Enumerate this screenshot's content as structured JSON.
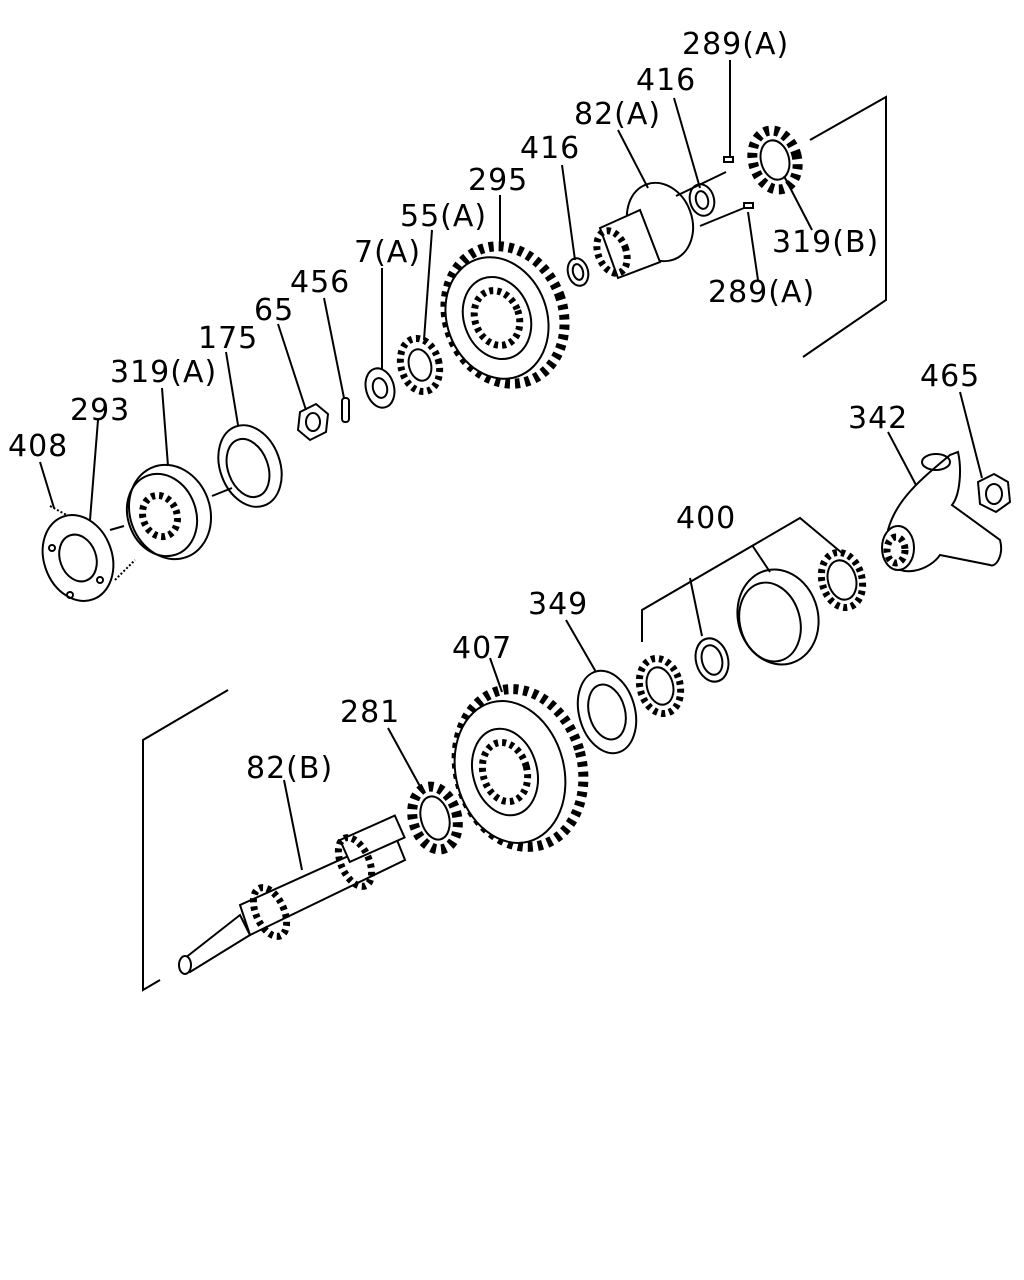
{
  "parts": [
    {
      "id": "p289a_top",
      "label": "289(A)"
    },
    {
      "id": "p416_top",
      "label": "416"
    },
    {
      "id": "p82a",
      "label": "82(A)"
    },
    {
      "id": "p416_mid",
      "label": "416"
    },
    {
      "id": "p295",
      "label": "295"
    },
    {
      "id": "p55a",
      "label": "55(A)"
    },
    {
      "id": "p7a",
      "label": "7(A)"
    },
    {
      "id": "p456",
      "label": "456"
    },
    {
      "id": "p65",
      "label": "65"
    },
    {
      "id": "p175",
      "label": "175"
    },
    {
      "id": "p319a",
      "label": "319(A)"
    },
    {
      "id": "p293",
      "label": "293"
    },
    {
      "id": "p408",
      "label": "408"
    },
    {
      "id": "p319b",
      "label": "319(B)"
    },
    {
      "id": "p289a_bot",
      "label": "289(A)"
    },
    {
      "id": "p465",
      "label": "465"
    },
    {
      "id": "p342",
      "label": "342"
    },
    {
      "id": "p400",
      "label": "400"
    },
    {
      "id": "p349",
      "label": "349"
    },
    {
      "id": "p407",
      "label": "407"
    },
    {
      "id": "p281",
      "label": "281"
    },
    {
      "id": "p82b",
      "label": "82(B)"
    }
  ]
}
